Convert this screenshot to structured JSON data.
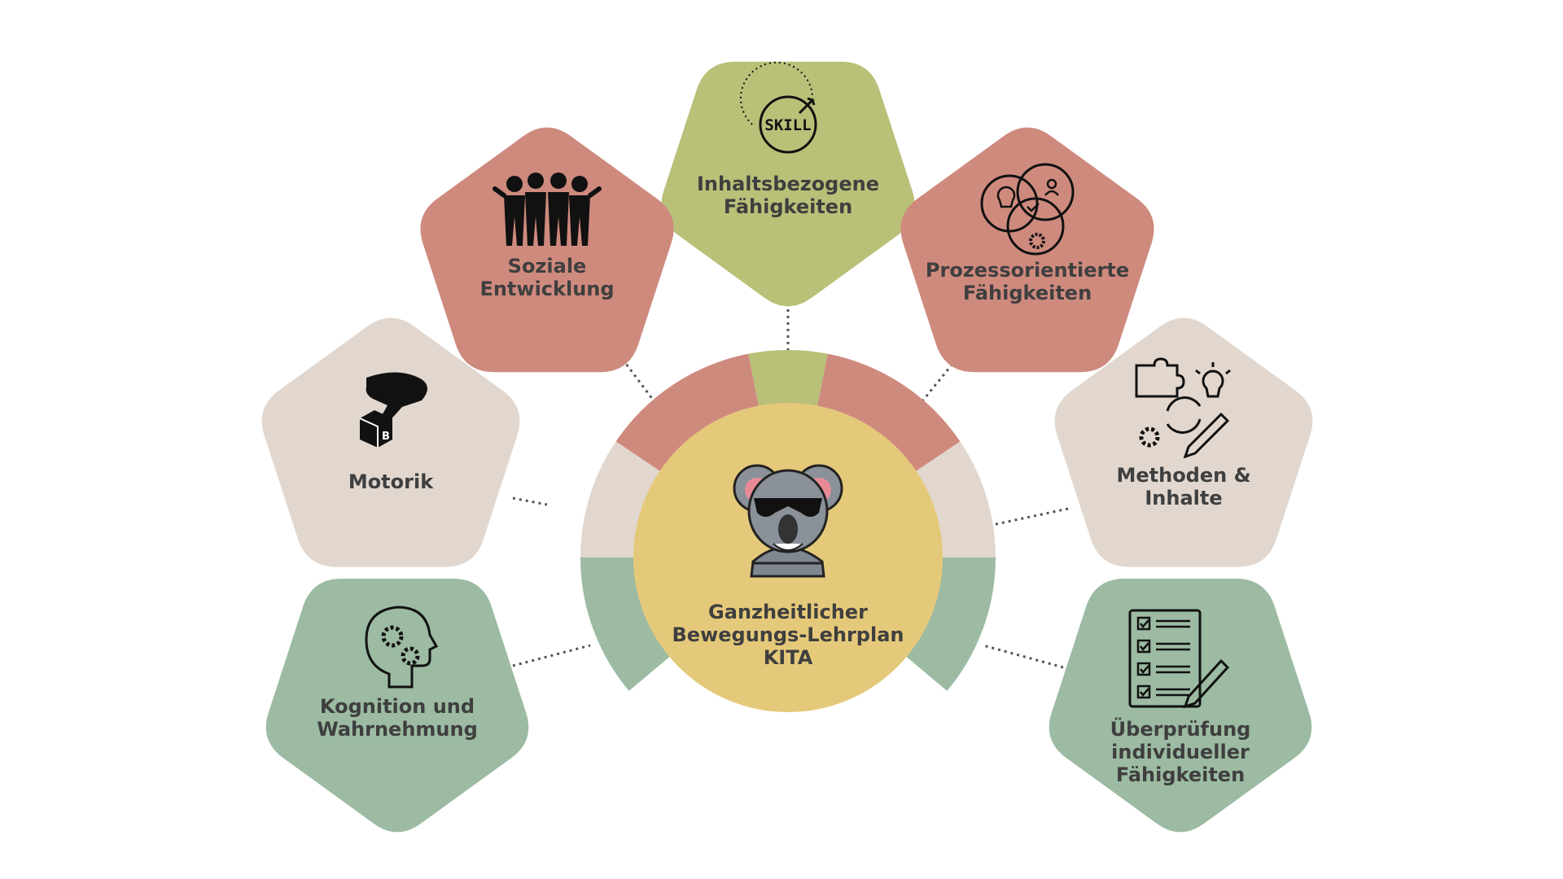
{
  "colors": {
    "red": "#cf8a7e",
    "olive": "#b9c078",
    "beige": "#e1d7ce",
    "green": "#9cbba2",
    "center": "#e5c97a",
    "text": "#3f3f3f",
    "icon": "#111111",
    "connector": "#555555"
  },
  "center": {
    "title_lines": [
      "Ganzheitlicher",
      "Bewegungs-Lehrplan",
      "KITA"
    ],
    "icon": "koala-sunglasses-icon"
  },
  "nodes": [
    {
      "id": "inhalt",
      "color": "olive",
      "icon": "skill-gauge-icon",
      "lines": [
        "Inhaltsbezogene",
        "Fähigkeiten"
      ],
      "icon_text": "SKILL"
    },
    {
      "id": "sozial",
      "color": "red",
      "icon": "group-of-people-icon",
      "lines": [
        "Soziale",
        "Entwicklung"
      ]
    },
    {
      "id": "prozess",
      "color": "red",
      "icon": "venn-idea-person-gear-icon",
      "lines": [
        "Prozessorientierte",
        "Fähigkeiten"
      ]
    },
    {
      "id": "motorik",
      "color": "beige",
      "icon": "hand-grabbing-block-icon",
      "lines": [
        "Motorik"
      ],
      "icon_text": "B"
    },
    {
      "id": "methoden",
      "color": "beige",
      "icon": "puzzle-bulb-cycle-pencil-icon",
      "lines": [
        "Methoden &",
        "Inhalte"
      ]
    },
    {
      "id": "kognition",
      "color": "green",
      "icon": "head-with-gears-icon",
      "lines": [
        "Kognition und",
        "Wahrnehmung"
      ]
    },
    {
      "id": "pruefung",
      "color": "green",
      "icon": "checklist-pencil-icon",
      "lines": [
        "Überprüfung",
        "individueller",
        "Fähigkeiten"
      ]
    }
  ]
}
